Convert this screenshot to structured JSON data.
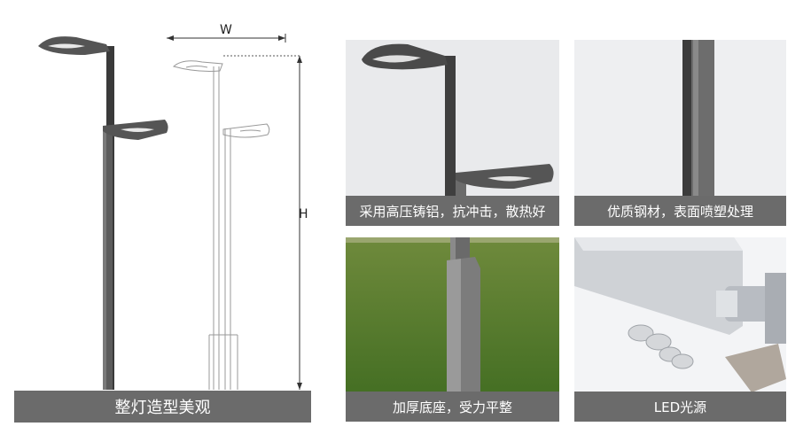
{
  "main": {
    "caption": "整灯造型美观",
    "dim_width": "W",
    "dim_height": "H"
  },
  "panels": [
    {
      "caption": "采用高压铸铝，抗冲击，散热好"
    },
    {
      "caption": "优质钢材，表面喷塑处理"
    },
    {
      "caption": "加厚底座，受力平整"
    },
    {
      "caption": "LED光源"
    }
  ]
}
